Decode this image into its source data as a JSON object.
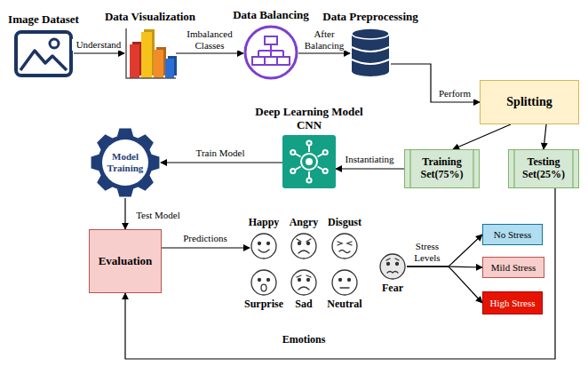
{
  "diagram": {
    "nodes": [
      {
        "text": [
          "Image Dataset"
        ]
      },
      {
        "text": [
          "Data Visualization"
        ]
      },
      {
        "text": [
          "Data Balancing"
        ]
      },
      {
        "text": [
          "Data Preprocessing"
        ]
      },
      {
        "text": [
          "Splitting"
        ]
      },
      {
        "text": [
          "Model Training"
        ]
      },
      {
        "text": [
          "Deep Learning Model CNN"
        ]
      },
      {
        "text": [
          "Training Set(75%)"
        ]
      },
      {
        "text": [
          "Testing Set(25%)"
        ]
      },
      {
        "text": [
          "Evaluation"
        ]
      },
      {
        "text": [
          "Happy"
        ]
      },
      {
        "text": [
          "Angry"
        ]
      },
      {
        "text": [
          "Disgust"
        ]
      },
      {
        "text": [
          "Surprise"
        ]
      },
      {
        "text": [
          "Sad"
        ]
      },
      {
        "text": [
          "Neutral"
        ]
      },
      {
        "text": [
          "Fear"
        ]
      },
      {
        "text": [
          "No Stress"
        ]
      },
      {
        "text": [
          "Mild Stress"
        ]
      },
      {
        "text": [
          "High Stress"
        ]
      }
    ],
    "edges": [
      {
        "from": 0,
        "to": 1,
        "label": "Understand",
        "arrow": "to"
      },
      {
        "from": 1,
        "to": 2,
        "label": "Imbalanced Classes",
        "arrow": "to"
      },
      {
        "from": 2,
        "to": 3,
        "label": "After Balancing",
        "arrow": "to"
      },
      {
        "from": 3,
        "to": 4,
        "label": "Perform",
        "arrow": "to"
      },
      {
        "from": 4,
        "to": 7,
        "arrow": "to"
      },
      {
        "from": 4,
        "to": 8,
        "arrow": "to"
      },
      {
        "from": 7,
        "to": 6,
        "label": "Instantiating",
        "arrow": "to"
      },
      {
        "from": 6,
        "to": 5,
        "label": "Train Model",
        "arrow": "to"
      },
      {
        "from": 5,
        "to": 9,
        "label": "Test Model",
        "arrow": "to"
      },
      {
        "from": 9,
        "to": 10,
        "label": "Predictions",
        "arrow": "to"
      },
      {
        "from": 16,
        "to": 17,
        "arrow": "to"
      },
      {
        "from": 16,
        "to": 18,
        "arrow": "to"
      },
      {
        "from": 16,
        "to": 19,
        "arrow": "to"
      },
      {
        "from": 8,
        "to": 9,
        "arrow": "to"
      }
    ],
    "labels": [
      "Stress Levels",
      "Emotions"
    ]
  }
}
